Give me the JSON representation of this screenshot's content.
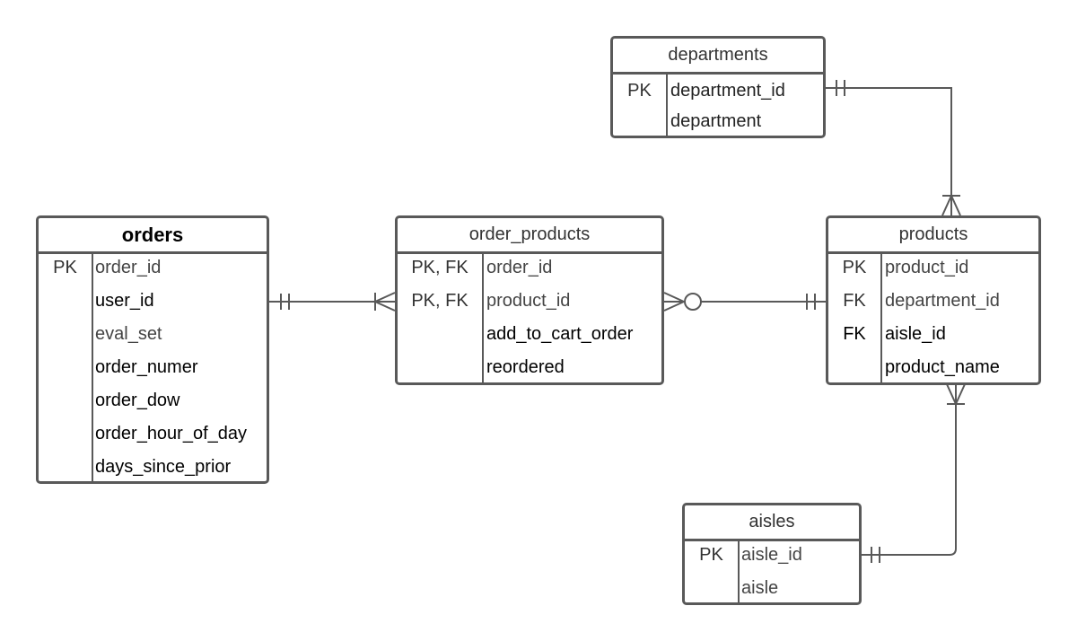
{
  "entities": {
    "departments": {
      "title": "departments",
      "rows": [
        {
          "key": "PK",
          "field": "department_id"
        },
        {
          "key": "",
          "field": "department"
        }
      ]
    },
    "orders": {
      "title": "orders",
      "rows": [
        {
          "key": "PK",
          "field": "order_id"
        },
        {
          "key": "",
          "field": "user_id"
        },
        {
          "key": "",
          "field": "eval_set"
        },
        {
          "key": "",
          "field": "order_numer"
        },
        {
          "key": "",
          "field": "order_dow"
        },
        {
          "key": "",
          "field": "order_hour_of_day"
        },
        {
          "key": "",
          "field": "days_since_prior"
        }
      ]
    },
    "order_products": {
      "title": "order_products",
      "rows": [
        {
          "key": "PK, FK",
          "field": "order_id"
        },
        {
          "key": "PK, FK",
          "field": "product_id"
        },
        {
          "key": "",
          "field": "add_to_cart_order"
        },
        {
          "key": "",
          "field": "reordered"
        }
      ]
    },
    "products": {
      "title": "products",
      "rows": [
        {
          "key": "PK",
          "field": "product_id"
        },
        {
          "key": "FK",
          "field": "department_id"
        },
        {
          "key": "FK",
          "field": "aisle_id"
        },
        {
          "key": "",
          "field": "product_name"
        }
      ]
    },
    "aisles": {
      "title": "aisles",
      "rows": [
        {
          "key": "PK",
          "field": "aisle_id"
        },
        {
          "key": "",
          "field": "aisle"
        }
      ]
    }
  },
  "colors": {
    "border": "#595959",
    "text": "#333333",
    "background": "#ffffff"
  }
}
